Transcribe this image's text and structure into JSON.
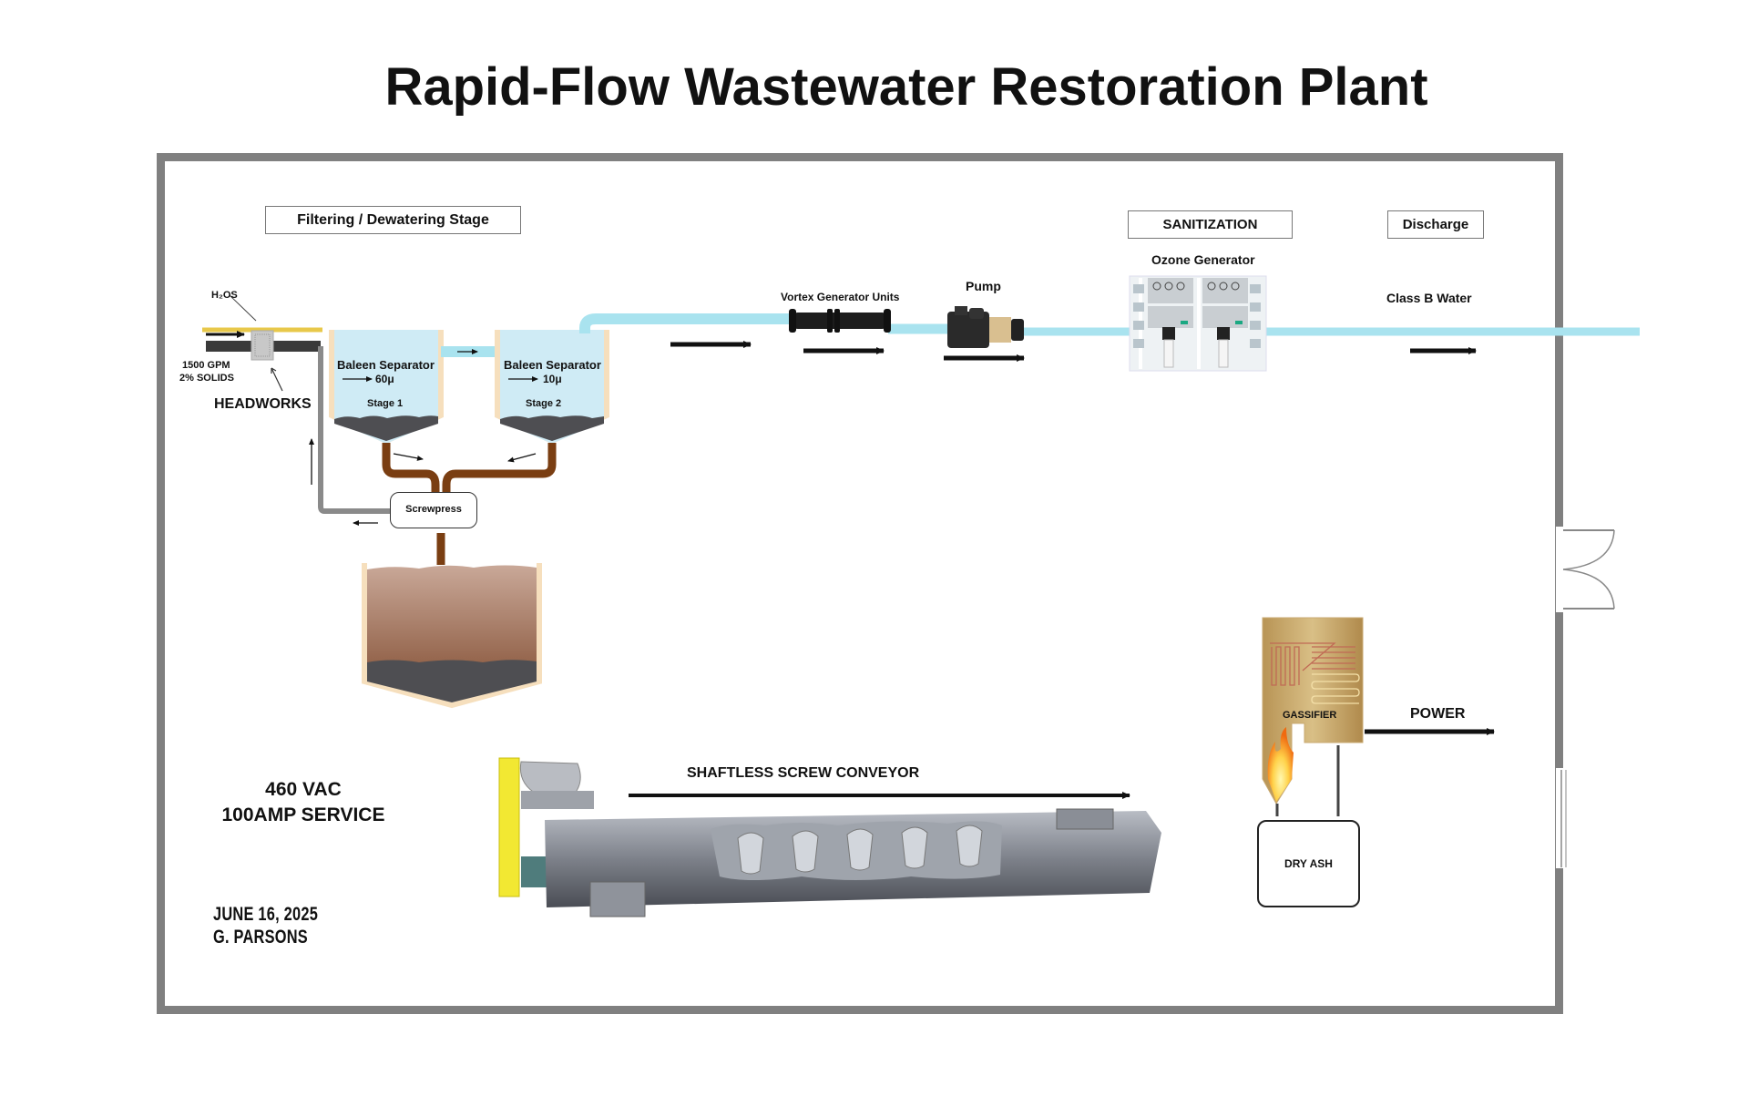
{
  "title": "Rapid-Flow Wastewater Restoration Plant",
  "stages": {
    "filtering": "Filtering / Dewatering Stage",
    "sanitization": "SANITIZATION",
    "discharge": "Discharge"
  },
  "headworks": {
    "chemical_label": "H₂OS",
    "flow_rate": "1500 GPM",
    "solids": "2% SOLIDS",
    "label": "HEADWORKS"
  },
  "separators": [
    {
      "name": "Baleen Separator",
      "micron": "60μ",
      "stage": "Stage 1"
    },
    {
      "name": "Baleen Separator",
      "micron": "10μ",
      "stage": "Stage 2"
    }
  ],
  "screwpress": {
    "label": "Screwpress"
  },
  "vortex": {
    "label": "Vortex Generator Units"
  },
  "pump": {
    "label": "Pump"
  },
  "ozone": {
    "label": "Ozone Generator"
  },
  "discharge": {
    "label": "Class B Water"
  },
  "gassifier": {
    "label": "GASSIFIER",
    "output": "POWER"
  },
  "dry_ash": {
    "label": "DRY ASH"
  },
  "conveyor": {
    "label": "SHAFTLESS SCREW CONVEYOR"
  },
  "power_service": {
    "line1": "460 VAC",
    "line2": "100AMP SERVICE"
  },
  "signature": {
    "date": "JUNE 16, 2025",
    "author": "G. PARSONS"
  },
  "colors": {
    "water": "#a9e3ef",
    "pipe_brown": "#7a3e12",
    "frame": "#808080",
    "tank_edge": "#f9e4c4",
    "sludge": "#555558",
    "gassifier": "#c8a86a"
  }
}
